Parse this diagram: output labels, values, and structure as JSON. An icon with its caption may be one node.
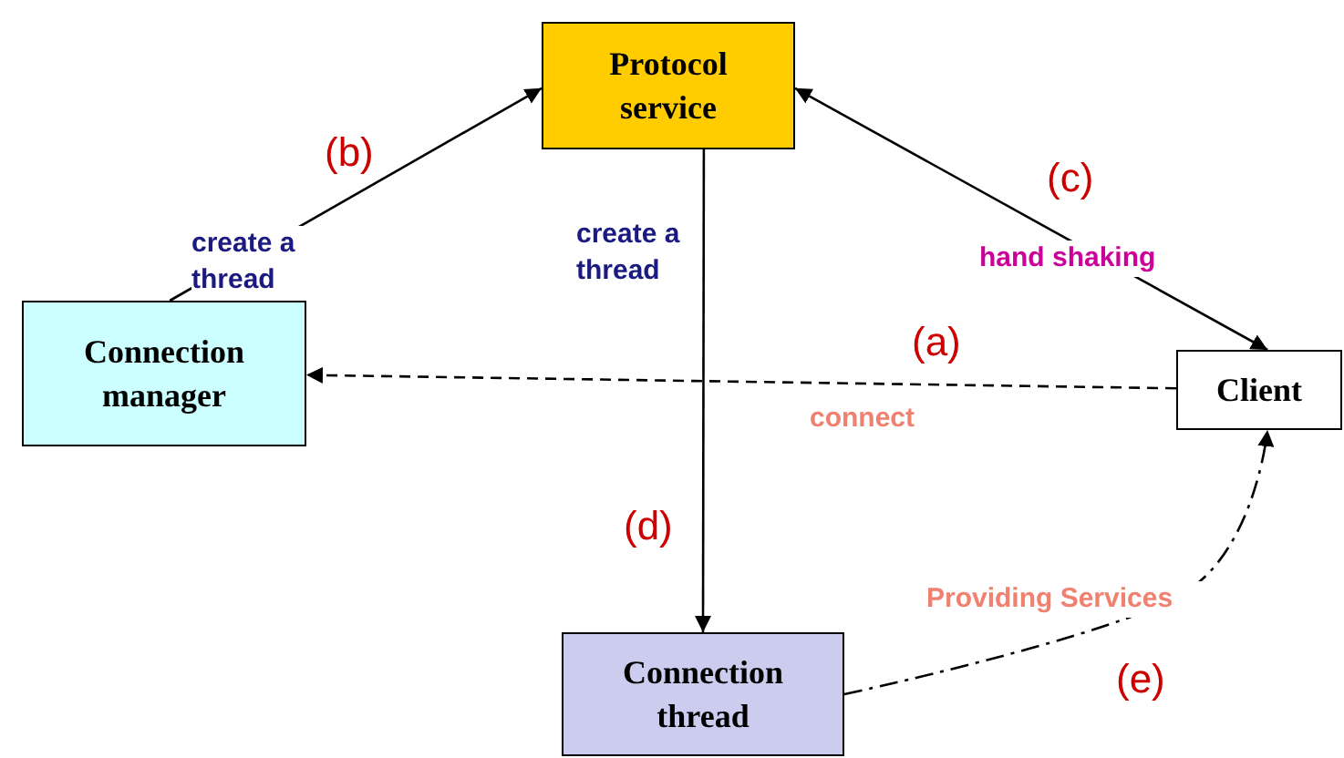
{
  "diagram": {
    "nodes": [
      {
        "text": [
          "Protocol service"
        ]
      },
      {
        "text": [
          "Connection manager"
        ]
      },
      {
        "text": [
          "Client"
        ]
      },
      {
        "text": [
          "Connection thread"
        ]
      }
    ],
    "edges": [
      {
        "from": 1,
        "to": 0,
        "arrow": "to",
        "label": "(b)"
      },
      {
        "from": 0,
        "to": 2,
        "arrow": "both",
        "label": "(c)"
      },
      {
        "from": 2,
        "to": 1,
        "arrow": "to",
        "label": "(a)",
        "style": "dashed"
      },
      {
        "from": 0,
        "to": 3,
        "arrow": "to",
        "label": "(d)"
      },
      {
        "from": 3,
        "to": 2,
        "arrow": "to",
        "label": "(e)",
        "style": "dashed"
      }
    ],
    "labels": [
      "create a thread",
      "create a thread",
      "hand shaking",
      "connect",
      "Providing Services"
    ]
  }
}
